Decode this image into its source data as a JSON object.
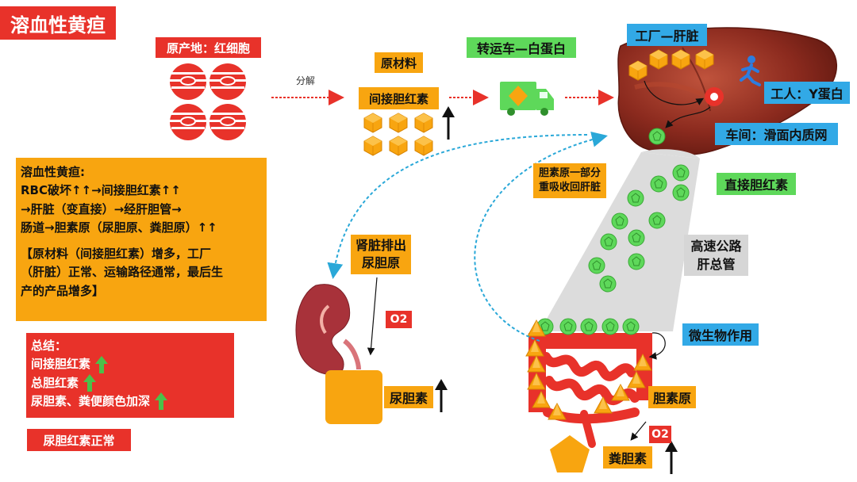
{
  "title": "溶血性黄疸",
  "origin_label": "原产地：红细胞",
  "split_label": "分解",
  "raw_material_label": "原材料",
  "indirect_bilirubin_label": "间接胆红素",
  "transport_label": "转运车—白蛋白",
  "factory_label": "工厂—肝脏",
  "worker_label": "工人：Y蛋白",
  "workshop_label": "车间：滑面内质网",
  "direct_bilirubin_label": "直接胆红素",
  "reabsorb_label": [
    "胆素原一部分",
    "重吸收回肝脏"
  ],
  "highway_label": [
    "高速公路",
    "肝总管"
  ],
  "kidney_label": [
    "肾脏排出",
    "尿胆原"
  ],
  "o2_label": "O2",
  "urobilin_label": "尿胆素",
  "microbe_label": "微生物作用",
  "bilinogen_label": "胆素原",
  "stercobilin_label": "粪胆素",
  "summary": {
    "lines": [
      "溶血性黄疸:",
      "RBC破坏↑↑→间接胆红素↑↑",
      "→肝脏（变直接）→经肝胆管→",
      "肠道→胆素原（尿胆原、粪胆原）↑↑",
      "",
      "【原材料（间接胆红素）增多，工厂",
      "（肝脏）正常、运输路径通常，最后生",
      "产的产品增多】"
    ]
  },
  "conclusion": {
    "heading": "总结：",
    "items": [
      "间接胆红素",
      "总胆红素",
      "尿胆素、粪便颜色加深"
    ]
  },
  "normal_label": "尿胆红素正常",
  "colors": {
    "red": "#e8322a",
    "orange": "#f8a510",
    "blue": "#32a9e6",
    "green": "#5ed85a",
    "up_arrow_green": "#4cc04a",
    "liver": "#8b2a1e",
    "flow_arrow_red": "#e8322a",
    "flow_arrow_blue": "#2aa8d8"
  }
}
